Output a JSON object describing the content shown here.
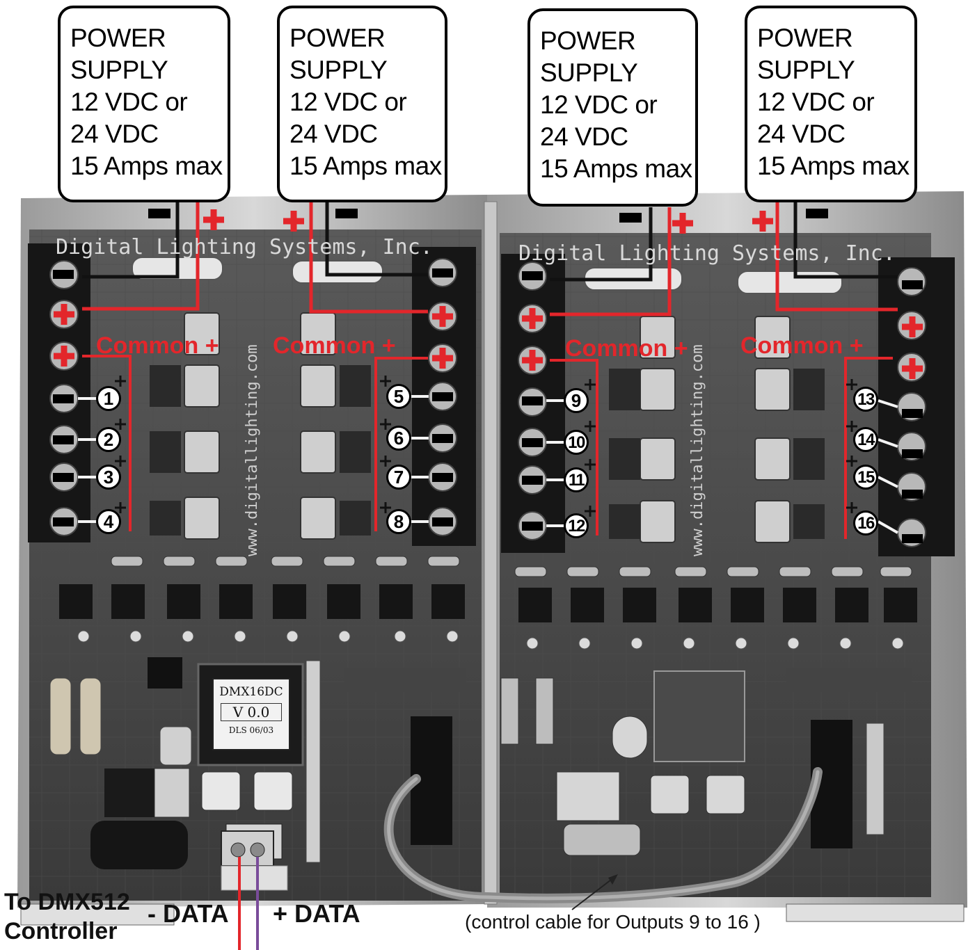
{
  "power_supplies": [
    {
      "line1": "POWER",
      "line2": "SUPPLY",
      "line3": "12 VDC or",
      "line4": "24 VDC",
      "line5": "15 Amps max"
    },
    {
      "line1": "POWER",
      "line2": "SUPPLY",
      "line3": "12 VDC or",
      "line4": "24 VDC",
      "line5": "15 Amps max"
    },
    {
      "line1": "POWER",
      "line2": "SUPPLY",
      "line3": "12 VDC or",
      "line4": "24 VDC",
      "line5": "15 Amps max"
    },
    {
      "line1": "POWER",
      "line2": "SUPPLY",
      "line3": "12 VDC or",
      "line4": "24 VDC",
      "line5": "15 Amps max"
    }
  ],
  "common_label": "Common +",
  "channels": [
    "1",
    "2",
    "3",
    "4",
    "5",
    "6",
    "7",
    "8",
    "9",
    "10",
    "11",
    "12",
    "13",
    "14",
    "15",
    "16"
  ],
  "board": {
    "brand": "Digital Lighting Systems, Inc.",
    "url": "www.digitallighting.com",
    "chip_model": "DMX16DC",
    "chip_version": "V 0.0",
    "chip_date": "DLS 06/03"
  },
  "captions": {
    "dmx_line1": "To DMX512",
    "dmx_line2": "Controller",
    "minus_data": "- DATA",
    "plus_data": "+ DATA",
    "control_cable": "(control cable for Outputs 9 to 16  )"
  },
  "colors": {
    "positive_wire": "#e3262b",
    "negative_wire": "#111111",
    "data_plus_wire": "#7a4c9a"
  }
}
